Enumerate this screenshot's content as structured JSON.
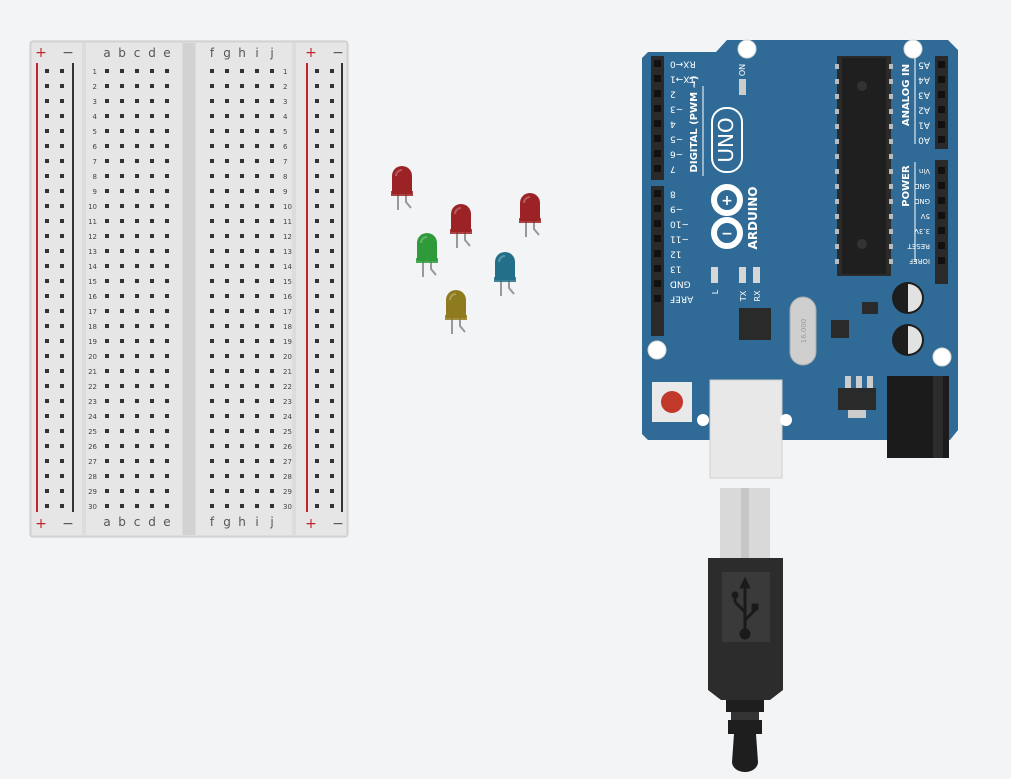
{
  "breadboard": {
    "power_rail_plus": "+",
    "power_rail_minus": "−",
    "columns_left": [
      "a",
      "b",
      "c",
      "d",
      "e"
    ],
    "columns_right": [
      "f",
      "g",
      "h",
      "i",
      "j"
    ],
    "rows": [
      "1",
      "2",
      "3",
      "4",
      "5",
      "6",
      "7",
      "8",
      "9",
      "10",
      "11",
      "12",
      "13",
      "14",
      "15",
      "16",
      "17",
      "18",
      "19",
      "20",
      "21",
      "22",
      "23",
      "24",
      "25",
      "26",
      "27",
      "28",
      "29",
      "30"
    ]
  },
  "leds": [
    {
      "color_name": "red-led",
      "color": "#9c2325"
    },
    {
      "color_name": "red-led",
      "color": "#9c2325"
    },
    {
      "color_name": "red-led",
      "color": "#9c2325"
    },
    {
      "color_name": "green-led",
      "color": "#2e9a3a"
    },
    {
      "color_name": "blue-led",
      "color": "#236f8a"
    },
    {
      "color_name": "yellow-led",
      "color": "#8f7b1f"
    }
  ],
  "arduino": {
    "brand": "ARDUINO",
    "model": "UNO",
    "on_label": "ON",
    "digital_header_label": "DIGITAL (PWM ~)",
    "digital_pins_upper": [
      "RX←0",
      "TX→1",
      "2",
      "~3",
      "4",
      "~5",
      "~6",
      "7"
    ],
    "digital_pins_lower": [
      "8",
      "~9",
      "~10",
      "~11",
      "12",
      "13",
      "GND",
      "AREF"
    ],
    "led_labels": [
      "L",
      "TX",
      "RX"
    ],
    "analog_header_label": "ANALOG IN",
    "analog_pins": [
      "A5",
      "A4",
      "A3",
      "A2",
      "A1",
      "A0"
    ],
    "power_header_label": "POWER",
    "power_pins": [
      "Vin",
      "GND",
      "GND",
      "5V",
      "3.3V",
      "RESET",
      "IOREF"
    ],
    "crystal_label": "16.000",
    "board_color": "#2f6b96"
  }
}
